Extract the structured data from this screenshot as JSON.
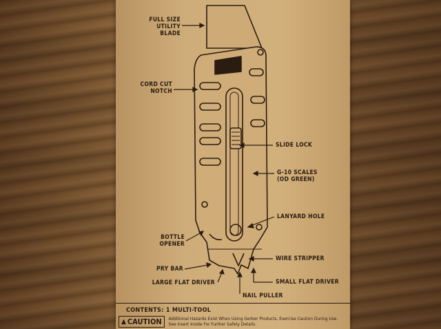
{
  "labels": {
    "full_size_utility_blade": "FULL SIZE\nUTILITY BLADE",
    "cord_cut_notch": "CORD CUT\nNOTCH",
    "slide_lock": "SLIDE LOCK",
    "g10_scales": "G-10 SCALES\n(OD GREEN)",
    "lanyard_hole": "LANYARD HOLE",
    "bottle_opener": "BOTTLE\nOPENER",
    "wire_stripper": "WIRE STRIPPER",
    "pry_bar": "PRY BAR",
    "large_flat_driver": "LARGE FLAT DRIVER",
    "small_flat_driver": "SMALL FLAT DRIVER",
    "nail_puller": "NAIL PULLER"
  },
  "footer": {
    "contents": "CONTENTS: 1 MULTI-TOOL",
    "caution_label": "CAUTION",
    "caution_icon": "warning-triangle-icon",
    "caution_text": "Additional Hazards Exist When Using Gerber Products, Exercise Caution During Use. See Insert Inside For Further Safety Details."
  },
  "colors": {
    "ink": "#2a1c10",
    "card": "#d2b07c",
    "wood": "#7a5530"
  }
}
